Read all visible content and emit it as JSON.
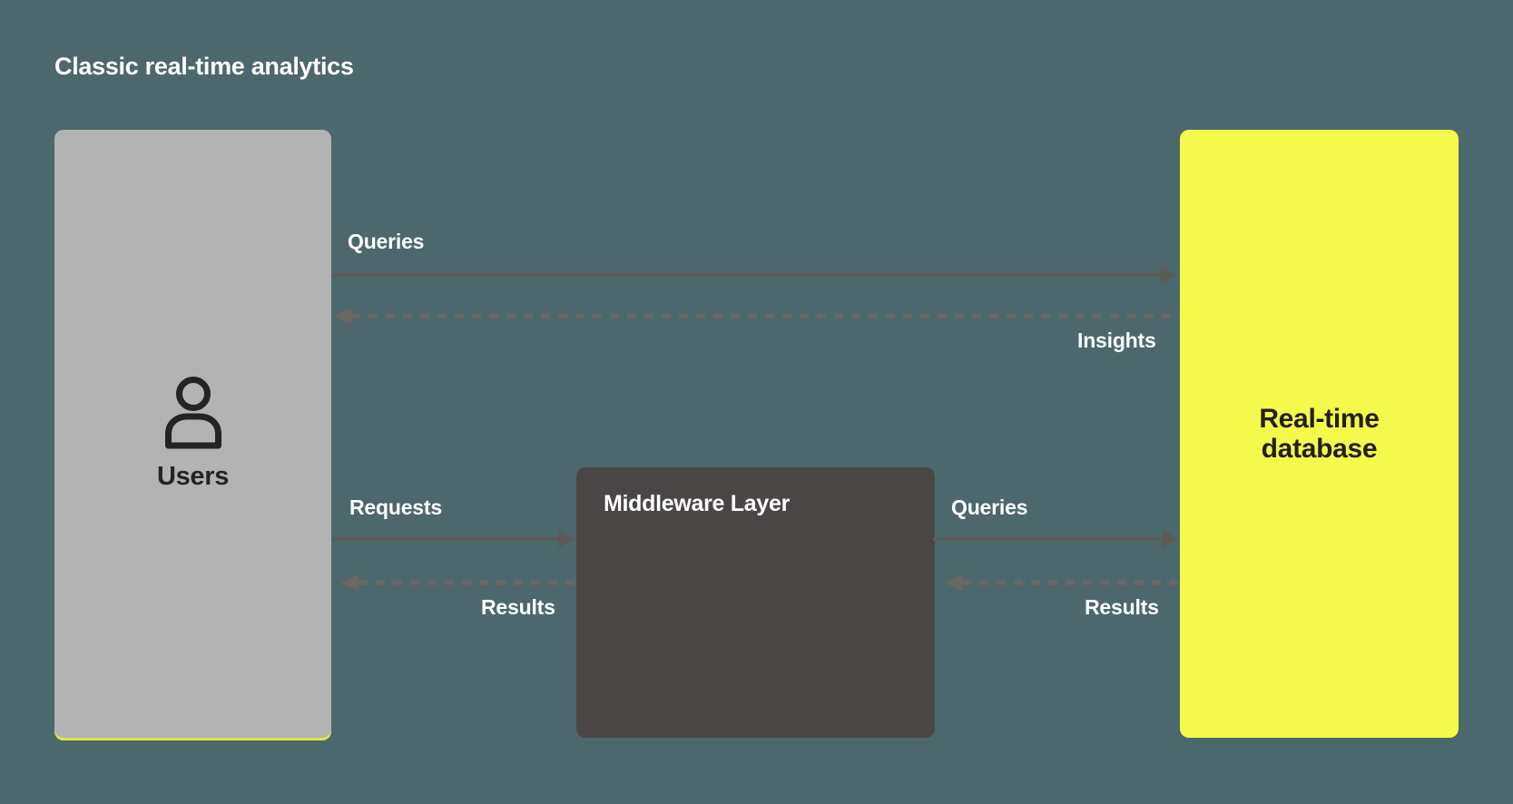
{
  "title": "Classic real-time analytics",
  "colors": {
    "background": "#4d686c",
    "box_users": "#b3b3b3",
    "box_middleware": "#494645",
    "box_database": "#f4fa4b",
    "arrow_solid": "#5e5a56",
    "arrow_dashed": "#6b6763",
    "label_light": "#ffffff",
    "label_dark": "#262324",
    "users_accent_underline": "#eef549"
  },
  "nodes": {
    "users": {
      "label": "Users",
      "icon": "person-icon"
    },
    "middleware": {
      "label": "Middleware Layer"
    },
    "database": {
      "label": "Real-time\ndatabase"
    }
  },
  "flows": {
    "queries_top": {
      "label": "Queries",
      "from": "Users",
      "to": "Real-time database",
      "style": "solid"
    },
    "insights": {
      "label": "Insights",
      "from": "Real-time database",
      "to": "Users",
      "style": "dashed"
    },
    "requests": {
      "label": "Requests",
      "from": "Users",
      "to": "Middleware Layer",
      "style": "solid"
    },
    "results_left": {
      "label": "Results",
      "from": "Middleware Layer",
      "to": "Users",
      "style": "dashed"
    },
    "queries_middle": {
      "label": "Queries",
      "from": "Middleware Layer",
      "to": "Real-time database",
      "style": "solid"
    },
    "results_right": {
      "label": "Results",
      "from": "Real-time database",
      "to": "Middleware Layer",
      "style": "dashed"
    }
  }
}
